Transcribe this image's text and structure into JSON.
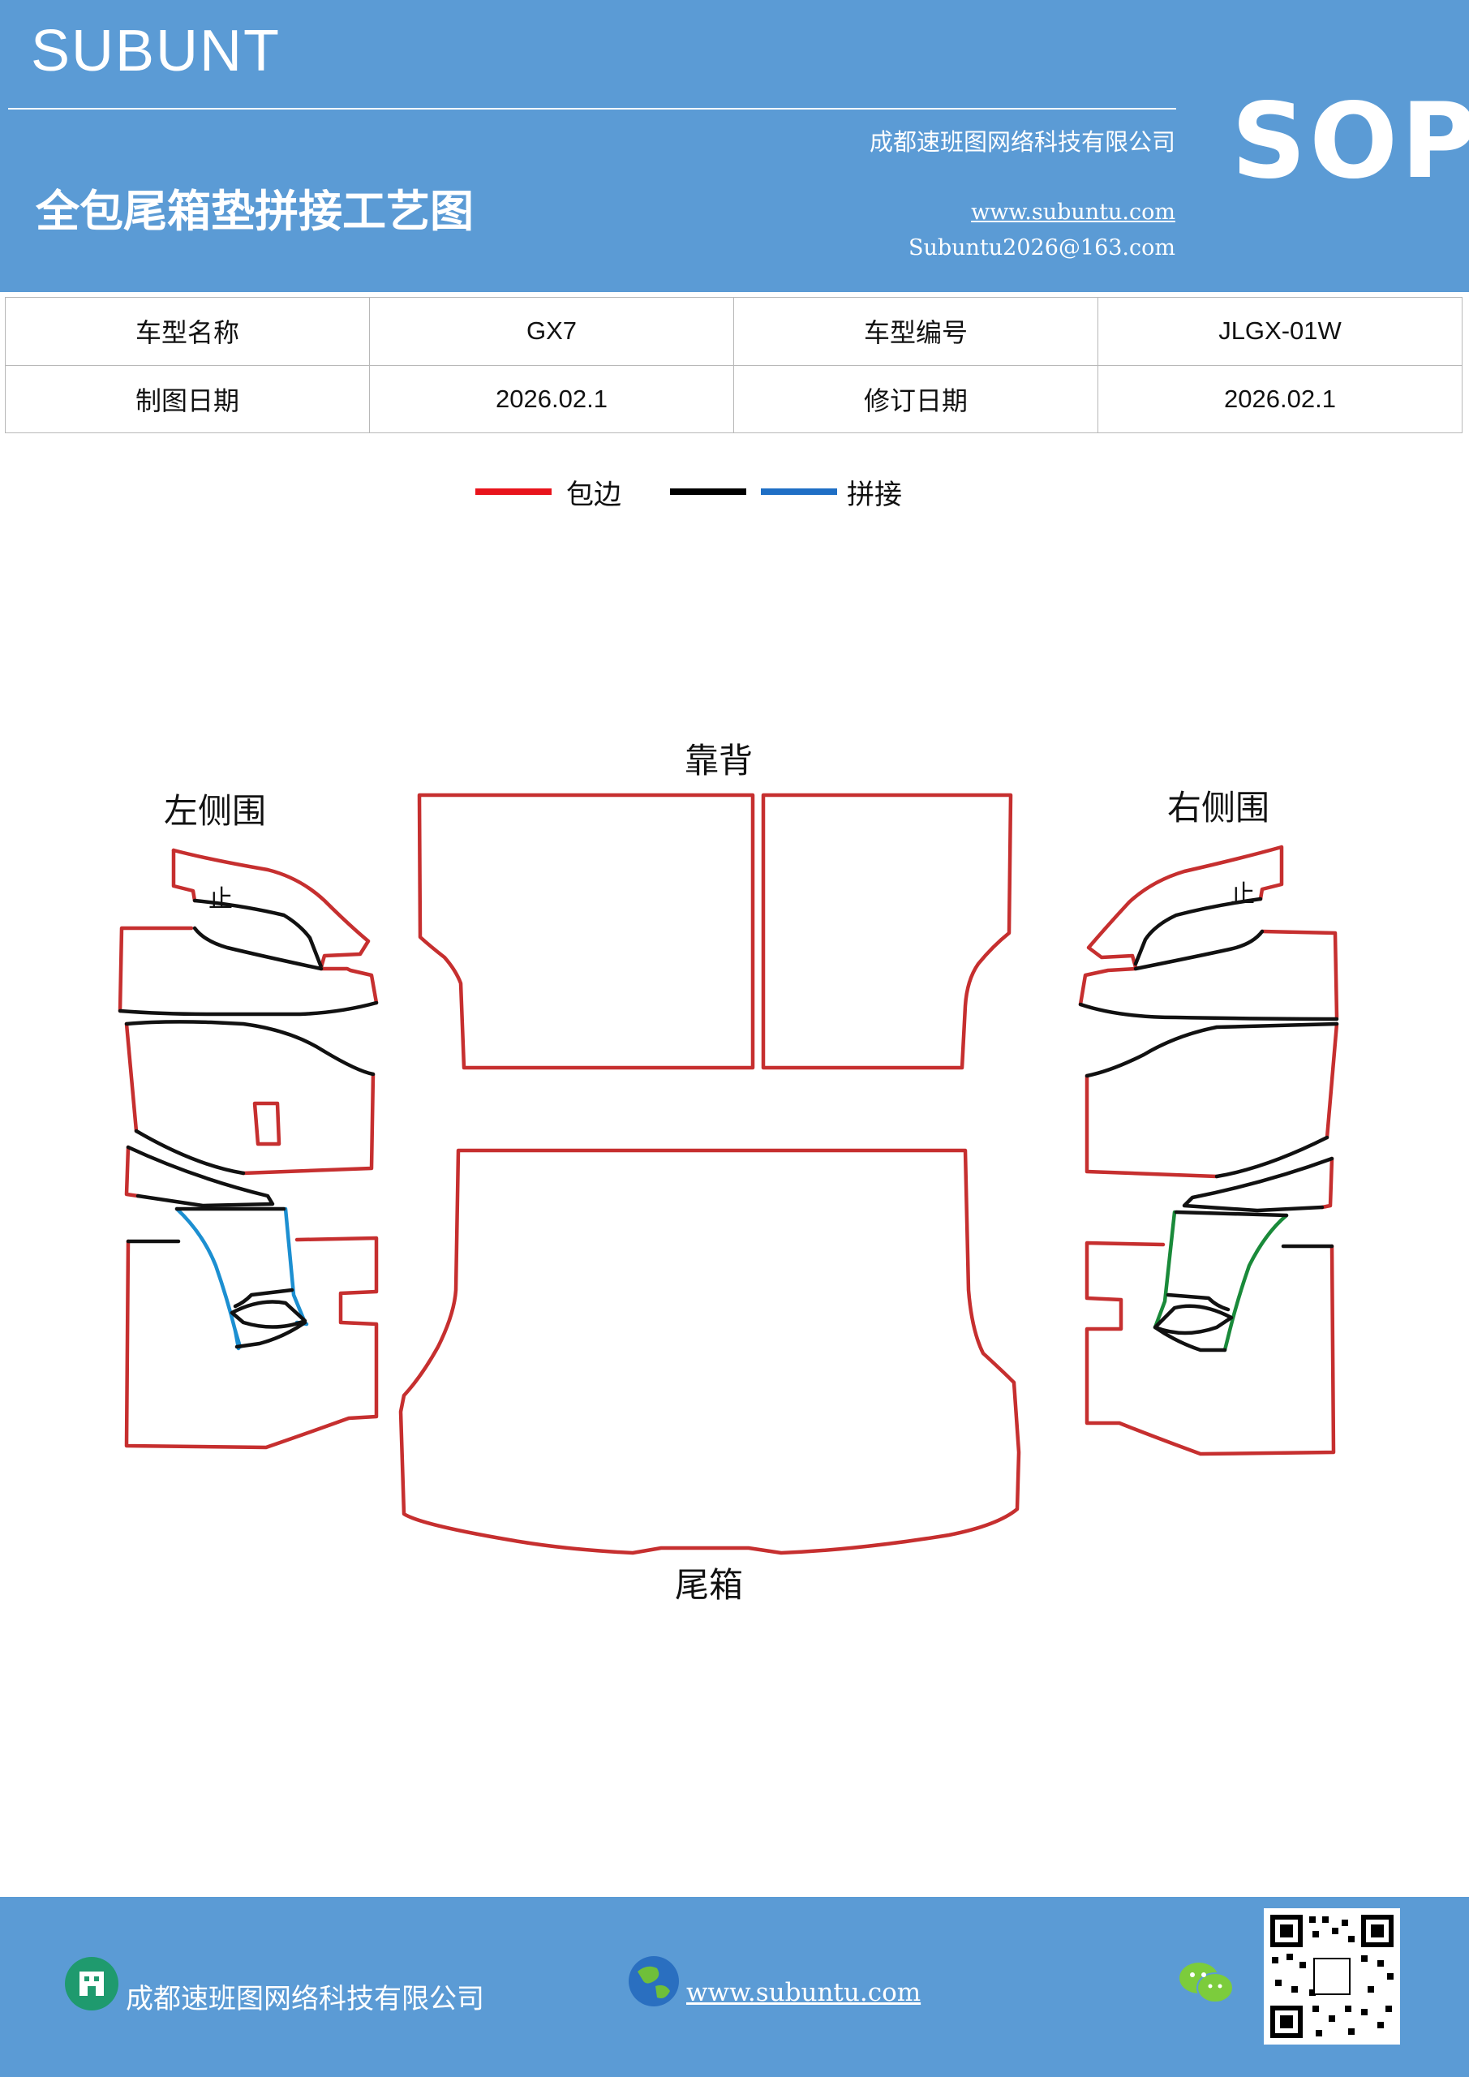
{
  "header": {
    "brand": "SUBUNT",
    "company": "成都速班图网络科技有限公司",
    "title": "全包尾箱垫拼接工艺图",
    "website": "www.subuntu.com",
    "email": "Subuntu2026@163.com",
    "badge": "SOP"
  },
  "info": {
    "model_name_label": "车型名称",
    "model_name_value": "GX7",
    "model_code_label": "车型编号",
    "model_code_value": "JLGX-01W",
    "draw_date_label": "制图日期",
    "draw_date_value": "2026.02.1",
    "revise_date_label": "修订日期",
    "revise_date_value": "2026.02.1"
  },
  "legend": {
    "hem_label": "包边",
    "splice_label": "拼接",
    "colors": {
      "hem": "#e8141c",
      "black": "#000000",
      "splice": "#1f6fc5"
    }
  },
  "diagram": {
    "backrest_label": "靠背",
    "left_side_label": "左侧围",
    "right_side_label": "右侧围",
    "trunk_label": "尾箱",
    "mark_left": "止",
    "mark_right": "止",
    "colors": {
      "outline": "#c62f2f",
      "seam": "#111111",
      "splice_left": "#1c8fd1",
      "splice_right": "#1a8a3a"
    }
  },
  "footer": {
    "company": "成都速班图网络科技有限公司",
    "website": "www.subuntu.com",
    "icons": [
      "building-icon",
      "globe-icon",
      "wechat-icon",
      "qr-code"
    ]
  }
}
